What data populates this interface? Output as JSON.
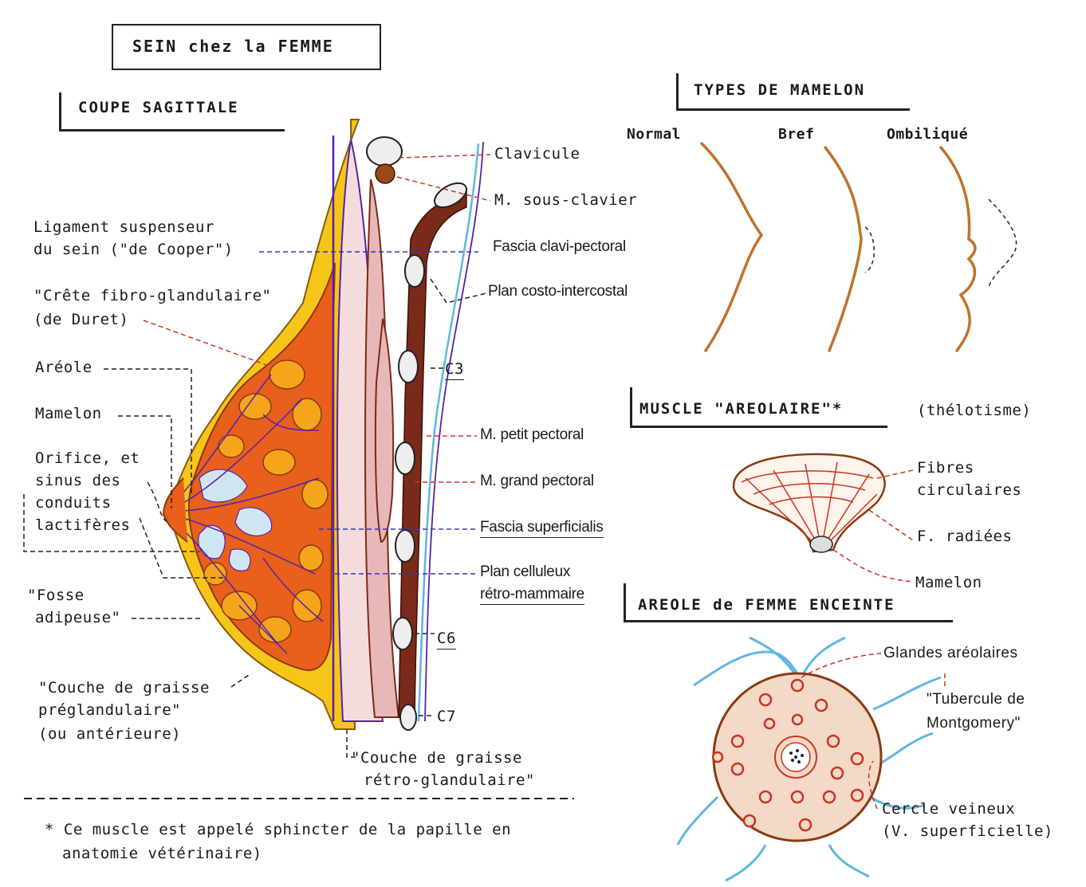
{
  "title": "SEIN chez la FEMME",
  "sections": {
    "sagittal": "COUPE SAGITTALE",
    "nipple_types": "TYPES DE MAMELON",
    "areolar_muscle": "MUSCLE \"AREOLAIRE\"*",
    "areolar_muscle_note": "(thélotisme)",
    "pregnant_areola": "AREOLE de FEMME ENCEINTE"
  },
  "left_labels": {
    "ligament_1": "Ligament suspenseur",
    "ligament_2": "du sein (\"de Cooper\")",
    "crete_1": "\"Crête fibro-glandulaire\"",
    "crete_2": "(de Duret)",
    "areole": "Aréole",
    "mamelon": "Mamelon",
    "orifice_1": "Orifice, et",
    "orifice_2": "sinus des",
    "orifice_3": "conduits",
    "orifice_4": "lactifères",
    "fosse_1": "\"Fosse",
    "fosse_2": "adipeuse\"",
    "couche_ant_1": "\"Couche de graisse",
    "couche_ant_2": "préglandulaire\"",
    "couche_ant_3": "(ou antérieure)"
  },
  "right_labels": {
    "clavicule": "Clavicule",
    "sous_clavier": "M. sous-clavier",
    "fascia_clavi": "Fascia clavi-pectoral",
    "plan_costo": "Plan costo-intercostal",
    "c3": "C3",
    "petit_pectoral": "M. petit pectoral",
    "grand_pectoral": "M. grand pectoral",
    "fascia_sup": "Fascia superficialis",
    "plan_cell_1": "Plan celluleux",
    "plan_cell_2": "rétro-mammaire",
    "c6": "C6",
    "c7": "C7",
    "retro_1": "\"Couche de graisse",
    "retro_2": "rétro-glandulaire\""
  },
  "nipple_types": [
    "Normal",
    "Bref",
    "Ombiliqué"
  ],
  "muscle_labels": {
    "fibres_1": "Fibres",
    "fibres_2": "circulaires",
    "radiees": "F. radiées",
    "mamelon": "Mamelon"
  },
  "areola_labels": {
    "glandes": "Glandes aréolaires",
    "tubercule_1": "\"Tubercule de",
    "tubercule_2": "Montgomery\"",
    "cercle_1": "Cercle veineux",
    "cercle_2": "(V. superficielle)"
  },
  "footnote_1": "* Ce muscle est appelé sphincter de la papille en",
  "footnote_2": "anatomie vétérinaire)",
  "colors": {
    "fat": "#f5a51c",
    "fat_dark": "#e8601c",
    "skin_fat": "#f6c51a",
    "muscle": "#7a2a1a",
    "muscle_light": "#e8b8b8",
    "fascia": "#5522aa",
    "vein": "#5fb6e0",
    "nipple_line": "#c0722a",
    "dashed_red": "#cc3322",
    "dashed_blue": "#3333bb"
  }
}
